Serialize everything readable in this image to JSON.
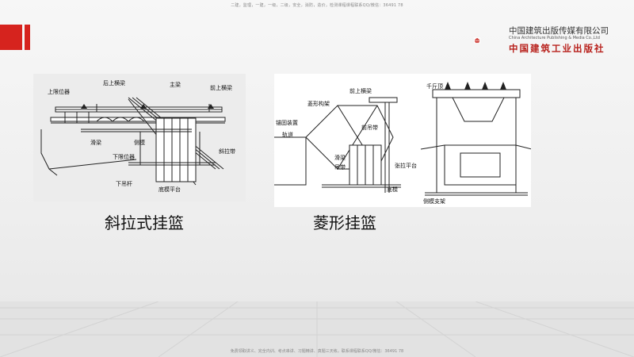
{
  "header_note": "二建，监理，一建，一级，二级，安全，消防，造价，检测课程课程联系QQ/微信：36491 78",
  "footer_note": "免费领取讲义、完全内训、考点串讲、习题精讲、真题三天练，联系课程联系QQ/微信：36491 78",
  "publisher": {
    "name_cn": "中国建筑出版传媒有限公司",
    "name_en": "China Architecture Publishing & Media Co.,Ltd",
    "press_name": "中国建筑工业出版社"
  },
  "figures": [
    {
      "caption": "斜拉式挂篮",
      "labels": {
        "upper_limiter": "上限位器",
        "rear_beam": "后上横梁",
        "main_beam": "主梁",
        "front_beam": "前上横梁",
        "slide_beam": "滑梁",
        "side_form": "侧模",
        "lower_limiter": "下限位器",
        "lower_rod": "下吊杆",
        "cable": "斜拉带",
        "bottom_platform": "底模平台"
      }
    },
    {
      "caption": "菱形挂篮",
      "labels": {
        "truss": "菱形构架",
        "front_beam": "前上横梁",
        "anchor": "锚固装置",
        "rail": "轨道",
        "hanger_a": "前吊带",
        "slide_beam": "滑梁",
        "hanger_b": "吊带",
        "tension_platform": "张拉平台",
        "bottom_form": "底模",
        "jack": "千斤顶",
        "side_support": "侧模支架"
      }
    }
  ]
}
